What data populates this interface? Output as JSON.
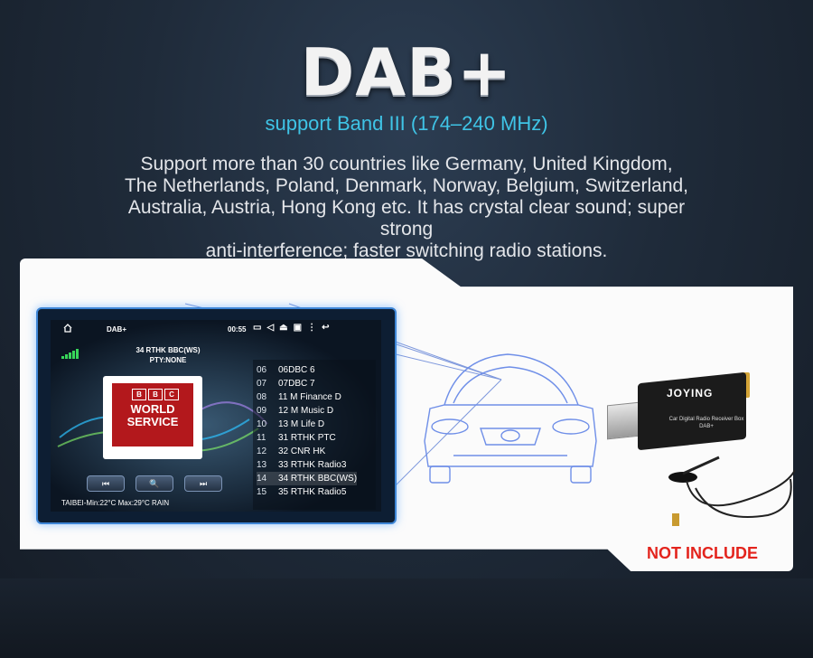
{
  "header": {
    "title": "DAB+",
    "subtitle": "support Band III (174–240 MHz)",
    "description_lines": [
      "Support more than 30 countries like Germany, United Kingdom,",
      "The Netherlands, Poland, Denmark, Norway, Belgium, Switzerland,",
      "Australia, Austria, Hong Kong etc. It has crystal clear sound; super strong",
      "anti-interference; faster switching radio stations."
    ]
  },
  "radio_screen": {
    "status_label": "DAB+",
    "time": "00:55",
    "station_name": "34 RTHK BBC(WS)",
    "pty": "PTY:NONE",
    "album_art": {
      "logo_letters": [
        "B",
        "B",
        "C"
      ],
      "line1": "WORLD",
      "line2": "SERVICE"
    },
    "controls": {
      "prev": "⏮",
      "search": "🔍",
      "next": "⏭"
    },
    "weather": "TAIBEI-Min:22°C Max:29°C RAIN",
    "stations": [
      {
        "num": "06",
        "name": "06DBC 6"
      },
      {
        "num": "07",
        "name": "07DBC 7"
      },
      {
        "num": "08",
        "name": "11 M Finance D"
      },
      {
        "num": "09",
        "name": "12 M Music D"
      },
      {
        "num": "10",
        "name": "13 M Life D"
      },
      {
        "num": "11",
        "name": "31 RTHK PTC"
      },
      {
        "num": "12",
        "name": "32 CNR HK"
      },
      {
        "num": "13",
        "name": "33 RTHK Radio3"
      },
      {
        "num": "14",
        "name": "34 RTHK BBC(WS)"
      },
      {
        "num": "15",
        "name": "35 RTHK Radio5"
      }
    ]
  },
  "receiver": {
    "brand": "JOYING",
    "caption_line1": "Car Digital Radio Receiver Box",
    "caption_line2": "DAB+",
    "note": "NOT INCLUDE"
  },
  "colors": {
    "accent": "#3fc4e6",
    "warning": "#e3241d",
    "screen_border": "#3e86d6"
  }
}
